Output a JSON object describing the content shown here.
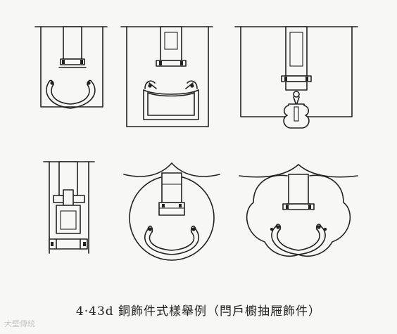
{
  "figure": {
    "caption": "4·43d 銅飾件式樣舉例（閂戶櫥抽屜飾件）",
    "watermark": "大壁傳統"
  },
  "fittings": [
    {
      "name": "fitting-1"
    },
    {
      "name": "fitting-2"
    },
    {
      "name": "fitting-3"
    },
    {
      "name": "fitting-4"
    },
    {
      "name": "fitting-5"
    },
    {
      "name": "fitting-6"
    }
  ]
}
